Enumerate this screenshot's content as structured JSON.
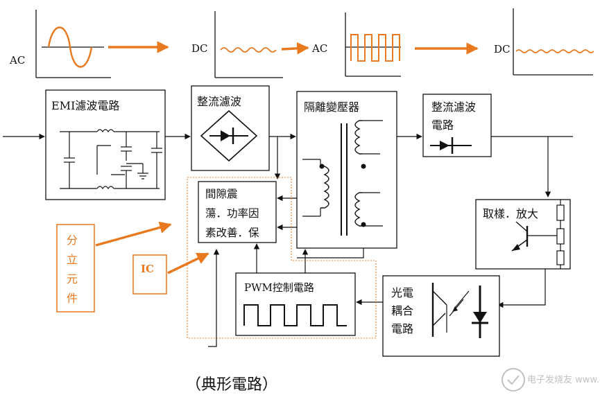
{
  "waveforms": {
    "ac_input_label": "AC",
    "dc1_label": "DC",
    "ac2_label": "AC",
    "dc2_label": "DC"
  },
  "blocks": {
    "emi": "EMI濾波電路",
    "rectifier1": "整流濾波",
    "transformer": "隔離變壓器",
    "rectifier2_line1": "整流濾波",
    "rectifier2_line2": "電路",
    "osc_line1": "間隙震",
    "osc_line2": "蕩．功率因",
    "osc_line3": "素改善．保",
    "sampling": "取樣．放大",
    "pwm": "PWM控制電路",
    "opto_line1": "光電",
    "opto_line2": "耦合",
    "opto_line3": "電路"
  },
  "annotations": {
    "discrete_1": "分",
    "discrete_2": "立",
    "discrete_3": "元",
    "discrete_4": "件",
    "ic": "IC"
  },
  "caption": "（典形電路）",
  "watermark": "电子发烧友 www.elecfans.com",
  "colors": {
    "accent": "#e8791e",
    "line": "#111111",
    "dotted": "#e8791e"
  }
}
